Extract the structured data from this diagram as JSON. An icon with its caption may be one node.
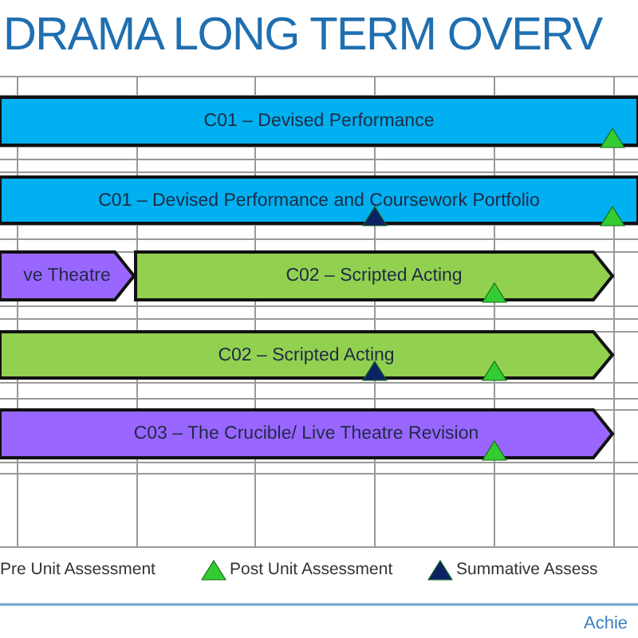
{
  "diagram": {
    "title": "DRAMA LONG TERM OVERV",
    "nodes": [
      {
        "text": [
          "C01 – Devised Performance"
        ]
      },
      {
        "text": [
          "C01 – Devised Performance and Coursework Portfolio"
        ]
      },
      {
        "text": [
          "ve Theatre"
        ]
      },
      {
        "text": [
          "C02 – Scripted Acting"
        ]
      },
      {
        "text": [
          "C02 – Scripted Acting"
        ]
      },
      {
        "text": [
          "C03 – The Crucible/ Live Theatre Revision"
        ]
      }
    ],
    "labels": [
      "Achie"
    ],
    "legend": [
      {
        "text": "Pre Unit Assessment"
      },
      {
        "text": "Post Unit Assessment"
      },
      {
        "text": "Summative Assess"
      }
    ]
  }
}
